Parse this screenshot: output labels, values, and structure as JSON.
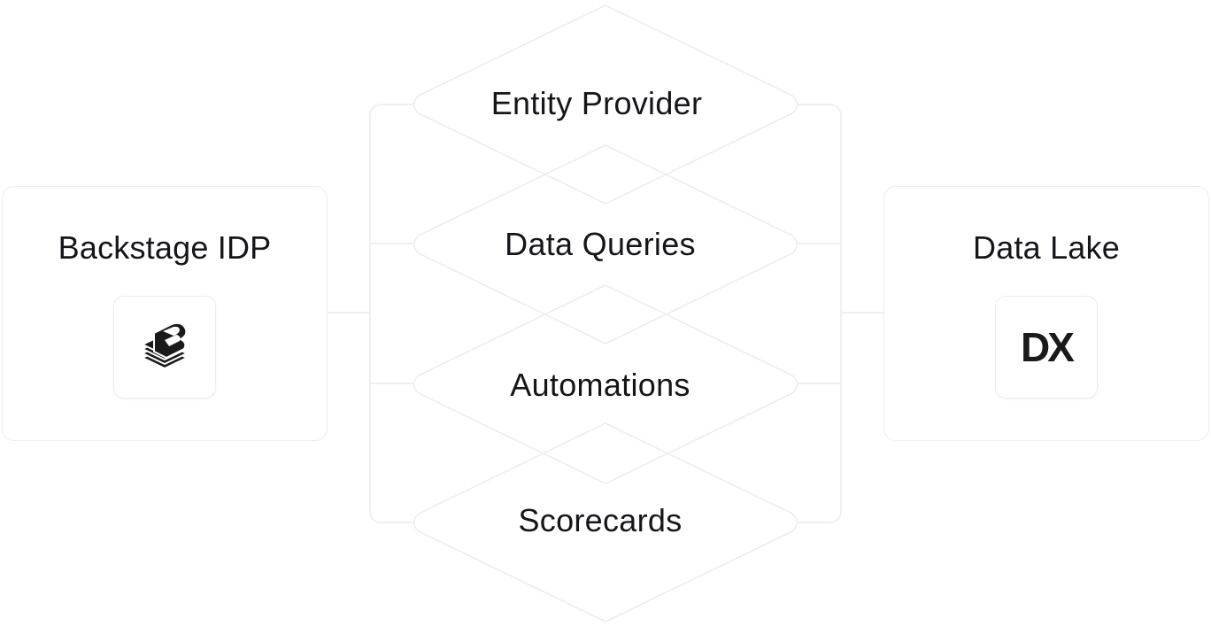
{
  "source": {
    "title": "Backstage IDP",
    "logo_icon": "backstage-stack-icon"
  },
  "target": {
    "title": "Data Lake",
    "logo_icon": "dx-logo-icon",
    "logo_text": "DX"
  },
  "integrations": [
    {
      "label": "Entity Provider"
    },
    {
      "label": "Data Queries"
    },
    {
      "label": "Automations"
    },
    {
      "label": "Scorecards"
    }
  ],
  "colors": {
    "border": "#ededed",
    "text": "#16161a",
    "logo": "#1a1a1a"
  }
}
